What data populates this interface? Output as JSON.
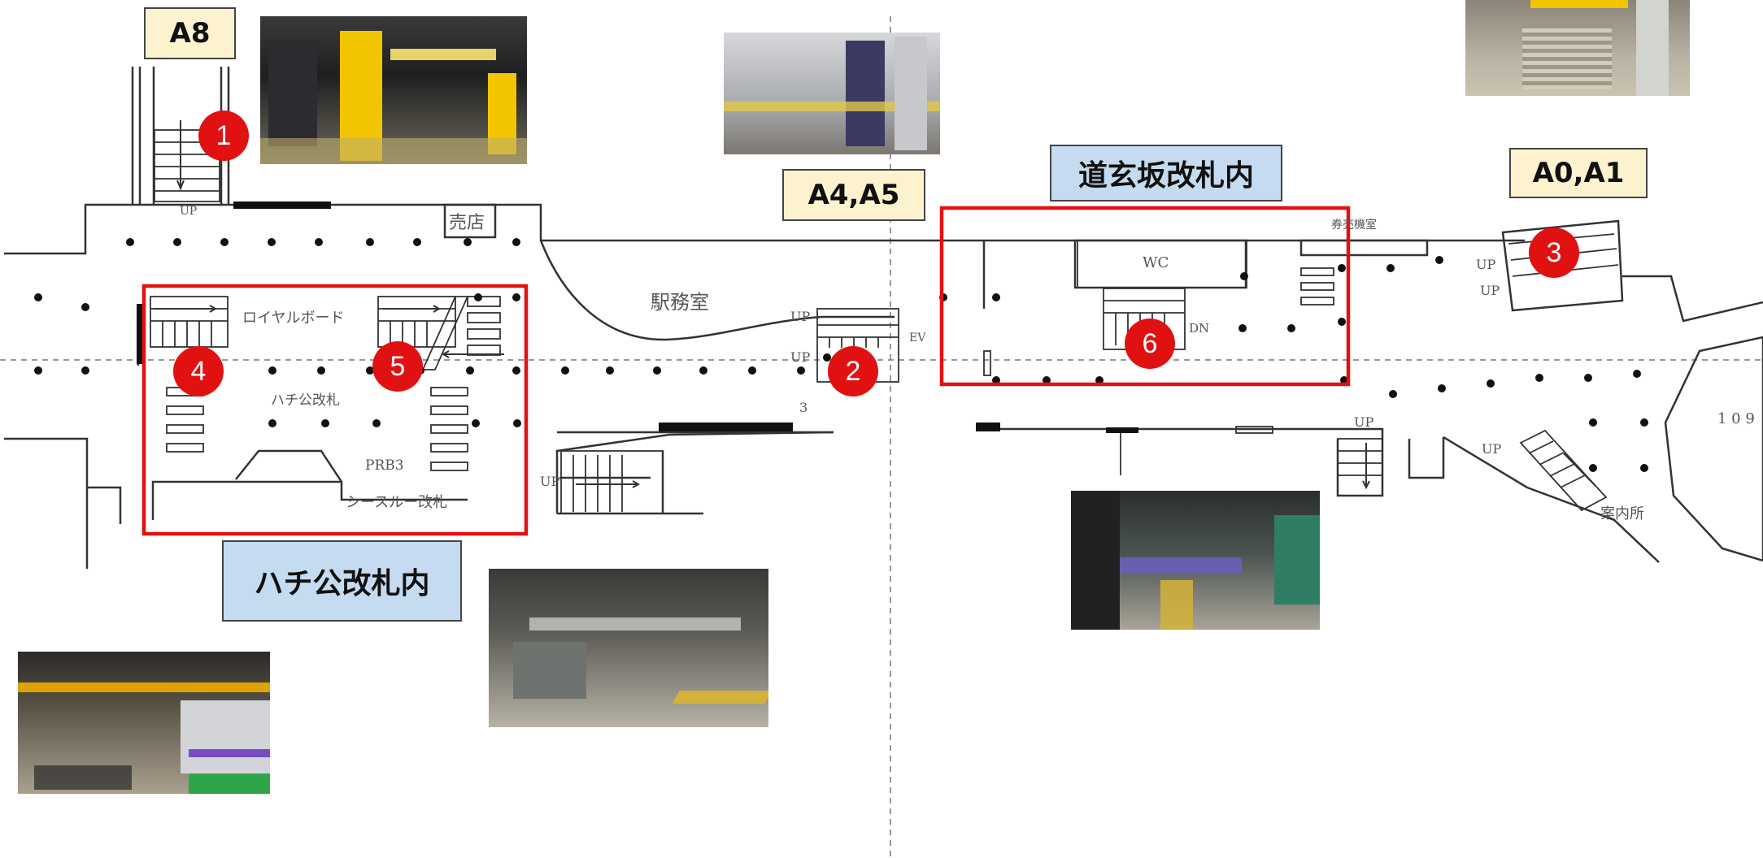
{
  "labels": {
    "a8": "A8",
    "a4a5": "A4,A5",
    "a0a1": "A0,A1",
    "dogenzaka": "道玄坂改札内",
    "hachiko": "ハチ公改札内"
  },
  "map_text": {
    "baiten": "売店",
    "ekimushitsu": "駅務室",
    "royal_board": "ロイヤルボード",
    "hachiko_gate": "ハチ公改札",
    "prb3": "PRB3",
    "seethrough_gate": "シースルー改札",
    "wc": "WC",
    "ev": "EV",
    "up": "UP",
    "dn": "DN",
    "three": "3",
    "annaijo": "案内所",
    "seisanki": "券売機室",
    "t109": "1 0 9"
  },
  "markers": [
    "1",
    "2",
    "3",
    "4",
    "5",
    "6"
  ],
  "colors": {
    "marker_red": "#e21111",
    "highlight_red": "#e21111",
    "label_yellow": "#fcf2cf",
    "label_blue": "#c5dbef",
    "signage_yellow": "#f2c500"
  }
}
